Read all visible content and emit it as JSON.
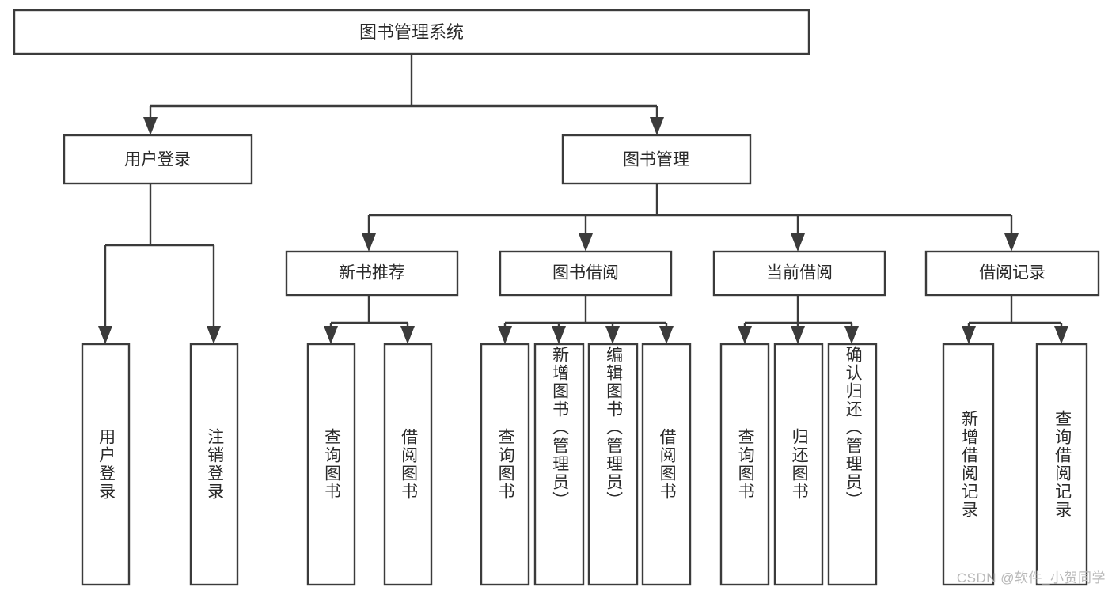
{
  "diagram": {
    "title": "图书管理系统",
    "type": "tree-hierarchy-diagram",
    "colors": {
      "stroke": "#3b3b3b",
      "box_fill": "#ffffff",
      "text": "#2a2a2a",
      "background": "#ffffff",
      "watermark": "#b9b9b9"
    },
    "root": {
      "label": "图书管理系统"
    },
    "level2": [
      {
        "label": "用户登录"
      },
      {
        "label": "图书管理"
      }
    ],
    "level3": [
      {
        "label": "新书推荐"
      },
      {
        "label": "图书借阅"
      },
      {
        "label": "当前借阅"
      },
      {
        "label": "借阅记录"
      }
    ],
    "leaves": {
      "user_login": [
        {
          "label": "用户登录"
        },
        {
          "label": "注销登录"
        }
      ],
      "new_book_recommend": [
        {
          "label": "查询图书"
        },
        {
          "label": "借阅图书"
        }
      ],
      "book_borrow": [
        {
          "label": "查询图书"
        },
        {
          "label": "新增图书（管理员）"
        },
        {
          "label": "编辑图书（管理员）"
        },
        {
          "label": "借阅图书"
        }
      ],
      "current_borrow": [
        {
          "label": "查询图书"
        },
        {
          "label": "归还图书"
        },
        {
          "label": "确认归还（管理员）"
        }
      ],
      "borrow_record": [
        {
          "label": "新增借阅记录"
        },
        {
          "label": "查询借阅记录"
        }
      ]
    }
  },
  "watermark": {
    "text": "CSDN @软件_小贺同学"
  }
}
